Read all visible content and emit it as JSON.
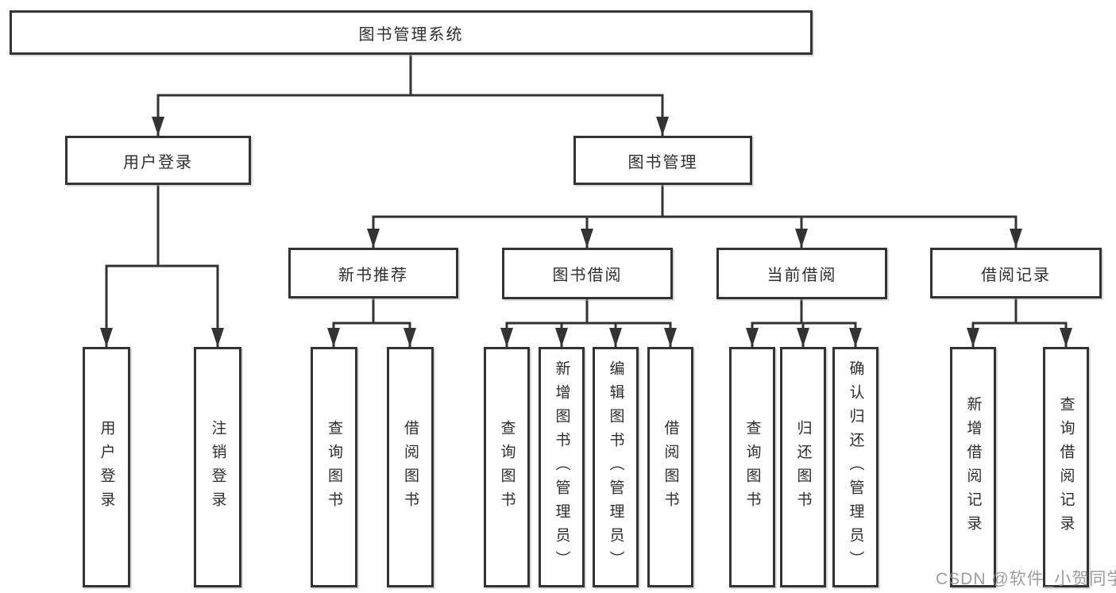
{
  "diagram": {
    "root": "图书管理系统",
    "level2": [
      {
        "label": "用户登录"
      },
      {
        "label": "图书管理"
      }
    ],
    "level3": [
      {
        "label": "新书推荐"
      },
      {
        "label": "图书借阅"
      },
      {
        "label": "当前借阅"
      },
      {
        "label": "借阅记录"
      }
    ],
    "leaves": {
      "login": [
        "用户登录",
        "注销登录"
      ],
      "newbook": [
        "查询图书",
        "借阅图书"
      ],
      "borrow": [
        "查询图书",
        "新增图书（管理员）",
        "编辑图书（管理员）",
        "借阅图书"
      ],
      "current": [
        "查询图书",
        "归还图书",
        "确认归还（管理员）"
      ],
      "records": [
        "新增借阅记录",
        "查询借阅记录"
      ]
    },
    "watermark": "CSDN @软件_小贺同学",
    "colors": {
      "line": "#333333",
      "box_background": "#ffffff",
      "watermark": "#8c8c8c"
    }
  }
}
